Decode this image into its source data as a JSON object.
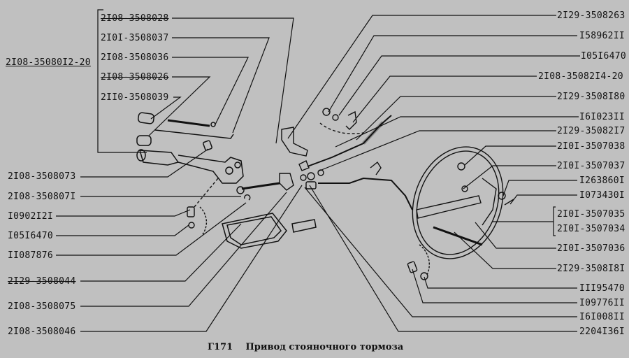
{
  "diagram": {
    "type": "exploded-parts-diagram",
    "caption_number": "Г171",
    "caption_title": "Привод стояночного тормоза",
    "assembly_label": "2I08-35080I2-20",
    "left_labels": [
      {
        "id": "l1",
        "text": "2I08-3508028",
        "style": "strike"
      },
      {
        "id": "l2",
        "text": "2I0I-3508037",
        "style": "normal"
      },
      {
        "id": "l3",
        "text": "2I08-3508036",
        "style": "normal"
      },
      {
        "id": "l4",
        "text": "2I08-3508026",
        "style": "strike"
      },
      {
        "id": "l5",
        "text": "2II0-3508039",
        "style": "normal"
      },
      {
        "id": "l6",
        "text": "2I08-3508073",
        "style": "normal"
      },
      {
        "id": "l7",
        "text": "2I08-350807I",
        "style": "normal"
      },
      {
        "id": "l8",
        "text": "I0902I2I",
        "style": "normal"
      },
      {
        "id": "l9",
        "text": "I05I6470",
        "style": "normal"
      },
      {
        "id": "l10",
        "text": "II087876",
        "style": "normal"
      },
      {
        "id": "l11",
        "text": "2I29-3508044",
        "style": "strike"
      },
      {
        "id": "l12",
        "text": "2I08-3508075",
        "style": "normal"
      },
      {
        "id": "l13",
        "text": "2I08-3508046",
        "style": "normal"
      }
    ],
    "right_labels": [
      {
        "id": "r1",
        "text": "2I29-3508263"
      },
      {
        "id": "r2",
        "text": "I58962II"
      },
      {
        "id": "r3",
        "text": "I05I6470"
      },
      {
        "id": "r4",
        "text": "2I08-35082I4-20"
      },
      {
        "id": "r5",
        "text": "2I29-3508I80"
      },
      {
        "id": "r6",
        "text": "I6I023II"
      },
      {
        "id": "r7",
        "text": "2I29-35082I7"
      },
      {
        "id": "r8",
        "text": "2I0I-3507038"
      },
      {
        "id": "r9",
        "text": "2I0I-3507037"
      },
      {
        "id": "r10",
        "text": "I263860I"
      },
      {
        "id": "r11",
        "text": "I073430I"
      },
      {
        "id": "r12",
        "text": "2I0I-3507035"
      },
      {
        "id": "r13",
        "text": "2I0I-3507034"
      },
      {
        "id": "r14",
        "text": "2I0I-3507036"
      },
      {
        "id": "r15",
        "text": "2I29-3508I8I"
      },
      {
        "id": "r16",
        "text": "III95470"
      },
      {
        "id": "r17",
        "text": "I09776II"
      },
      {
        "id": "r18",
        "text": "I6I008II"
      },
      {
        "id": "r19",
        "text": "2204I36I"
      }
    ],
    "colors": {
      "background": "#c0c0c0",
      "ink": "#111111"
    }
  }
}
